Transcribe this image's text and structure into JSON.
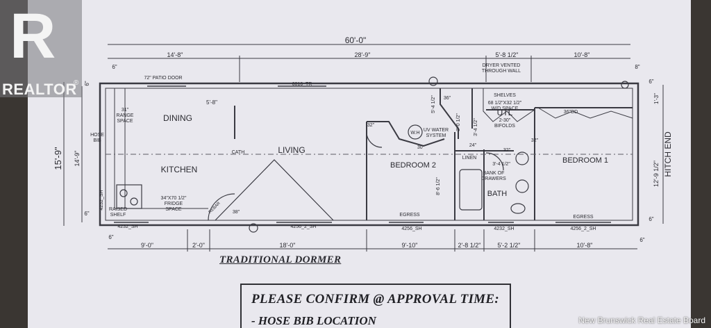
{
  "logo": {
    "name": "REALTOR",
    "registered": "®"
  },
  "watermark": "New Brunswick Real Estate Board",
  "plan_title": "TRADITIONAL DORMER",
  "confirm": {
    "title": "PLEASE CONFIRM @ APPROVAL TIME:",
    "item": "- HOSE BIB LOCATION"
  },
  "dimensions": {
    "overall_width": "60'-0\"",
    "top": [
      "14'-8\"",
      "28'-9\"",
      "5'-8 1/2\"",
      "10'-8\""
    ],
    "top_offset": "6\"",
    "top_right_offset": "8\"",
    "bottom": [
      "9'-0\"",
      "2'-0\"",
      "18'-0\"",
      "9'-10\"",
      "2'-8 1/2\"",
      "5'-2 1/2\"",
      "10'-8\""
    ],
    "bottom_offset": "6\"",
    "bottom_right_offset": "6\"",
    "left_outer": "15'-9\"",
    "left_inner": "14'-9\"",
    "left_small": "6\"",
    "left_bottom": "6\"",
    "right_inner": "12'-9 1/2\"",
    "right_top": "6\"",
    "right_small": "1'-3\"",
    "right_bottom": "6\""
  },
  "rooms": {
    "dining": "DINING",
    "living": "LIVING",
    "kitchen": "KITCHEN",
    "bedroom1": "BEDROOM 1",
    "bedroom2": "BEDROOM 2",
    "bath": "BATH",
    "utl": "UTL"
  },
  "labels": {
    "hitch_end": "HITCH END",
    "patio_door": "72\" PATIO DOOR",
    "window_top": "6016_TR",
    "range": "31\"\nRANGE\nSPACE",
    "hose_bib": "HOSE\nBIB",
    "cath": "CATH",
    "dim_5_8": "5'-8\"",
    "fridge": "34\"X70 1/2\"\nFRIDGE\nSPACE",
    "raised_shelf": "RAISED\nSHELF",
    "window_4232_left": "4232_SH",
    "window_4232_vertical": "4232_SH",
    "window_4256_living": "4256_2_SH",
    "window_4256_bed2": "4256_SH",
    "window_4232_bath": "4232_SH",
    "window_4256_bed1": "4256_2_SH",
    "egress_left": "EGRESS",
    "egress_right": "EGRESS",
    "door_38": "38\"",
    "door_32_bed2": "32\"",
    "door_30_wh": "30\"",
    "door_24": "24\"",
    "door_32_bath": "32\"",
    "door_32_bed1": "32\"",
    "door_36": "36\"",
    "wh": "W.H",
    "uv_water": "UV WATER\nSYSTEM",
    "linen": "LINEN",
    "bank_drawers": "BANK OF\nDRAWERS",
    "dim_3_4": "3'-4 1/2\"",
    "dim_5_4": "5'-4 1/2\"",
    "dim_3_0": "3'-0 1/2\"",
    "dim_3_4b": "3'-4 1/2\"",
    "dim_8_6": "8'-6 1/2\"",
    "shelves": "SHELVES",
    "wd_space": "68 1/2\"X32 1/2\"\nW/D SPACE",
    "bifolds": "2-30\"\nBIFOLDS",
    "dryer": "DRYER VENTED\nTHROUGH WALL",
    "closet_36": "36\"DD",
    "rebar_note": "REBAR"
  }
}
